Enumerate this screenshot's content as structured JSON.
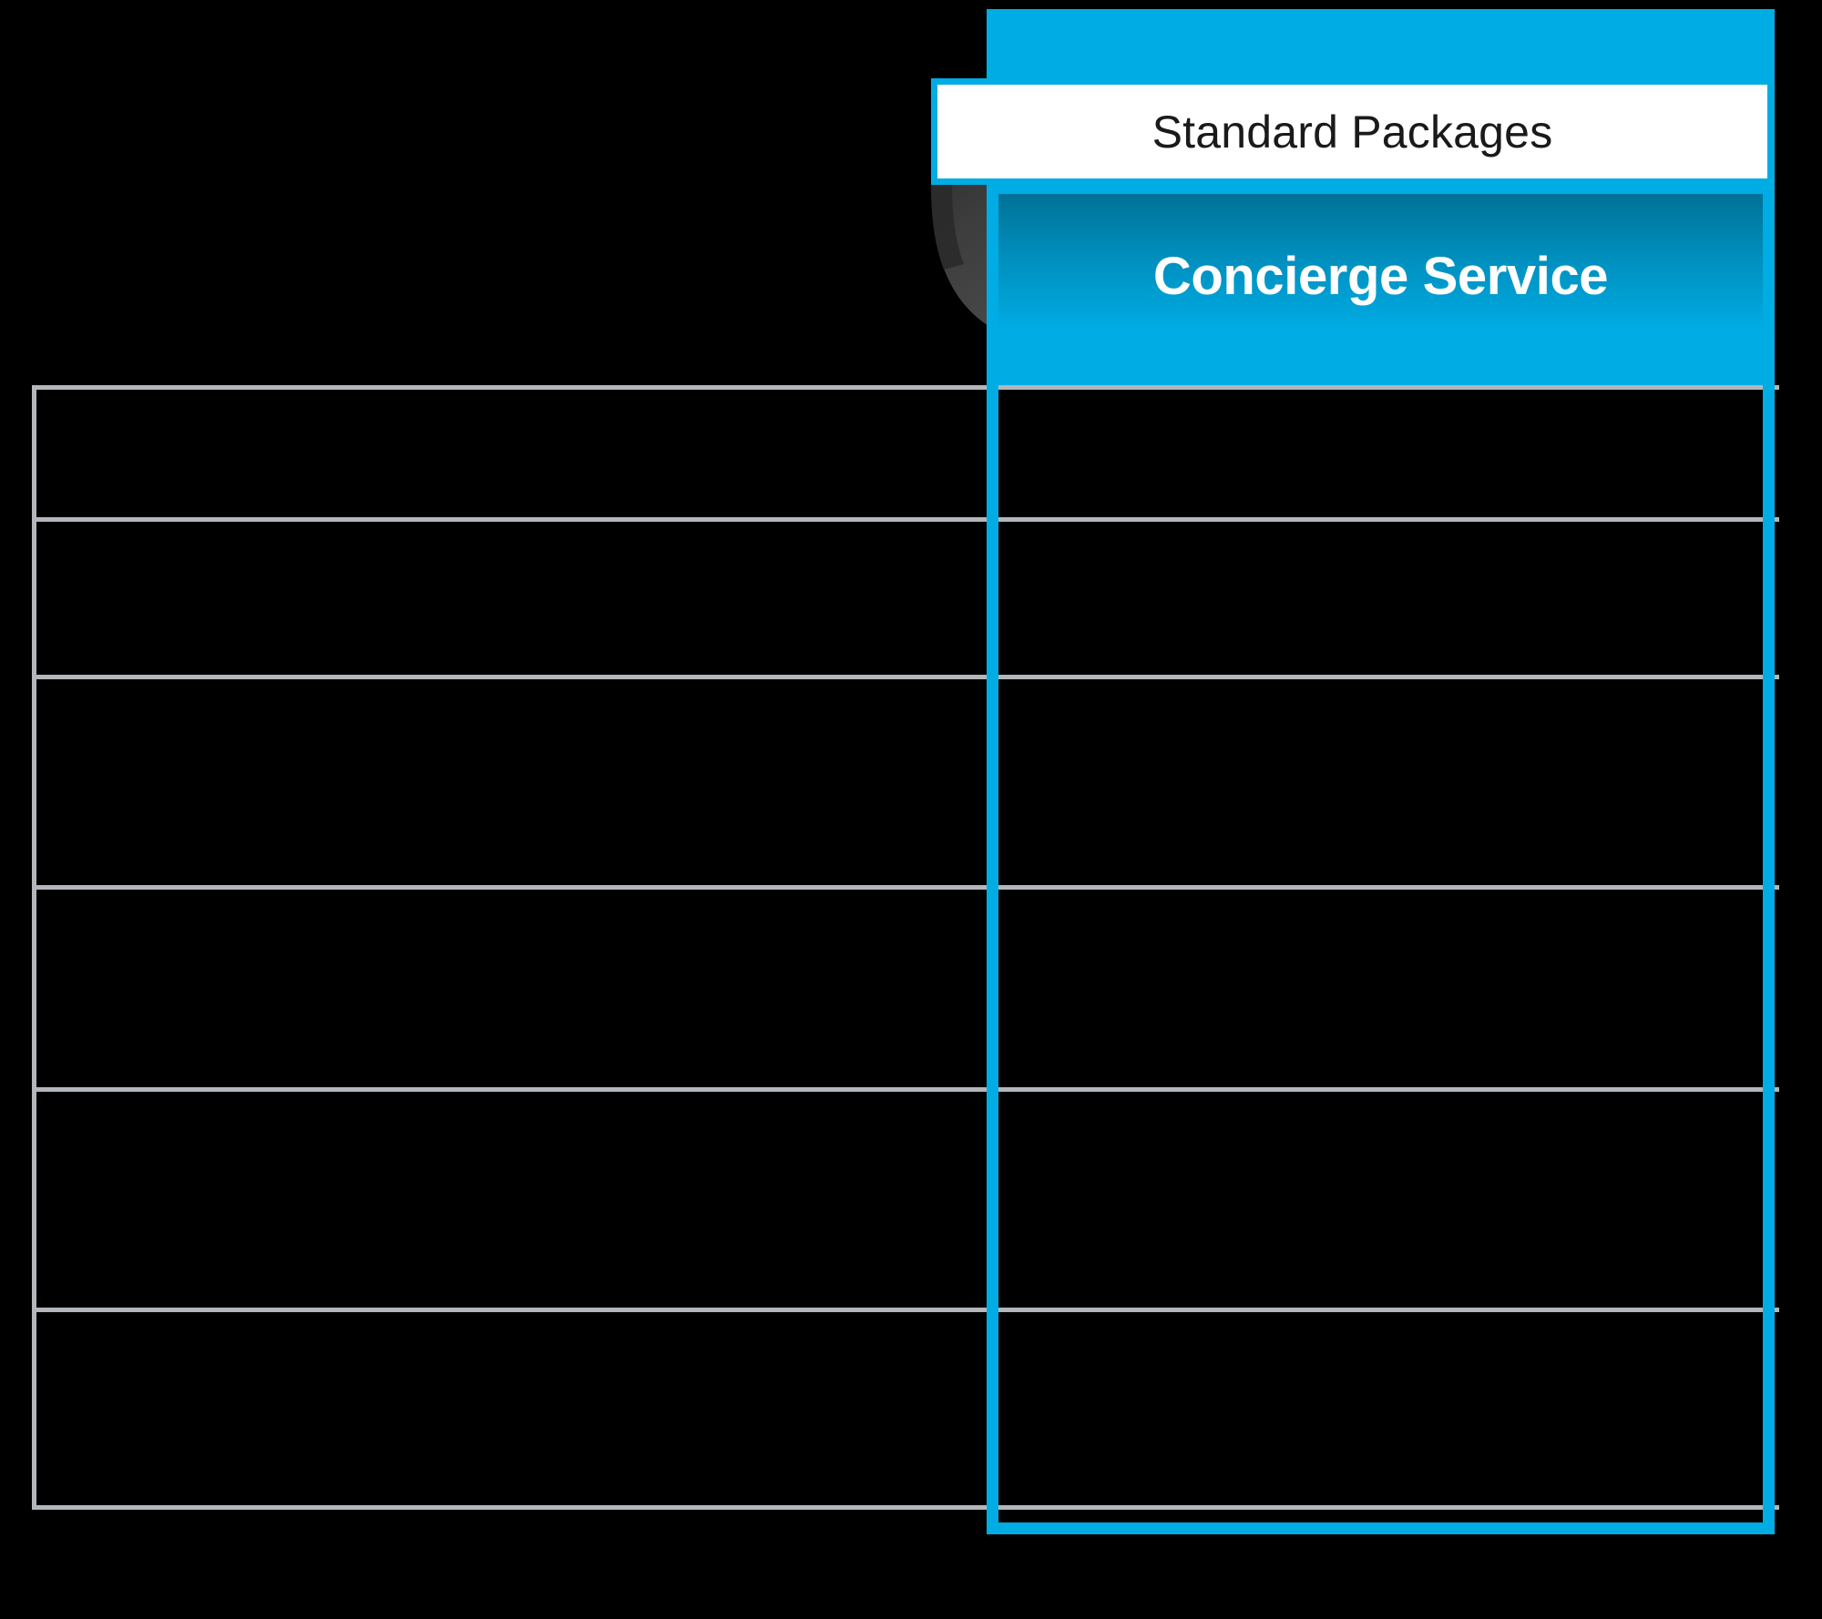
{
  "theme": {
    "brand_color": "#00ace4",
    "rule_color": "#b3b7bb",
    "page_background": "#000000",
    "plate_background": "#ffffff",
    "plate_text_color": "#1a1a1a",
    "column_title_color": "#ffffff"
  },
  "highlight_column": {
    "badge_label": "Standard Packages",
    "title": "Concierge Service"
  },
  "table": {
    "columns": [
      {
        "key": "feature",
        "header": ""
      },
      {
        "key": "concierge",
        "header": "Concierge Service"
      }
    ],
    "rows": [
      {
        "feature": "",
        "concierge": ""
      },
      {
        "feature": "",
        "concierge": ""
      },
      {
        "feature": "",
        "concierge": ""
      },
      {
        "feature": "",
        "concierge": ""
      },
      {
        "feature": "",
        "concierge": ""
      },
      {
        "feature": "",
        "concierge": ""
      }
    ]
  }
}
